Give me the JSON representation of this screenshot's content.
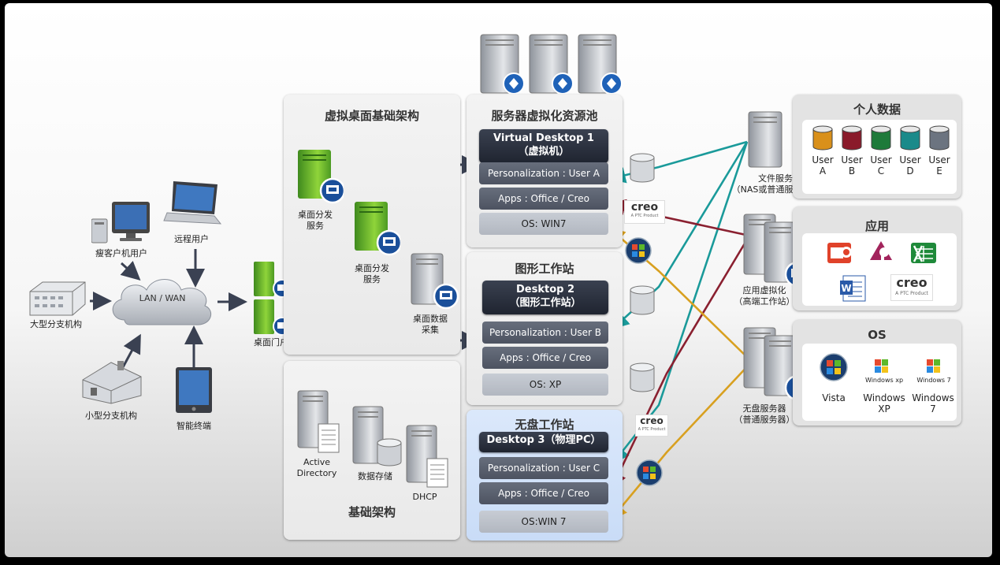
{
  "infra": {
    "vdi_title": "虚拟桌面基础架构",
    "delivery1": "桌面分发\n服务",
    "delivery2": "桌面分发\n服务",
    "data_collect": "桌面数据\n采集",
    "portal": "桌面门户",
    "base_title": "基础架构",
    "ad": "Active\nDirectory",
    "storage": "数据存储",
    "dhcp": "DHCP"
  },
  "network": {
    "lan_wan": "LAN / WAN",
    "thin_client": "瘦客户机用户",
    "remote_user": "远程用户",
    "large_branch": "大型分支机构",
    "small_branch": "小型分支机构",
    "smart_terminal": "智能终端"
  },
  "pool": {
    "title": "服务器虚拟化资源池",
    "vd1_title": "Virtual Desktop 1\n（虚拟机）",
    "vd1_person": "Personalization : User A",
    "vd1_apps": "Apps : Office / Creo",
    "vd1_os": "OS: WIN7"
  },
  "graphics": {
    "title": "图形工作站",
    "d2_title": "Desktop  2\n（图形工作站）",
    "d2_person": "Personalization : User B",
    "d2_apps": "Apps : Office / Creo",
    "d2_os": "OS: XP"
  },
  "diskless": {
    "title": "无盘工作站",
    "d3_title": "Desktop  3（物理PC）",
    "d3_person": "Personalization : User C",
    "d3_apps": "Apps : Office / Creo",
    "d3_os": "OS:WIN 7"
  },
  "servers": {
    "file_service": "文件服务\n（NAS或普通服务器）",
    "app_virt": "应用虚拟化\n（高端工作站）",
    "diskless_server": "无盘服务器\n（普通服务器）"
  },
  "creo": {
    "logo": "creo",
    "sub": "A PTC Product"
  },
  "personal": {
    "title": "个人数据",
    "users": [
      {
        "label": "User\nA",
        "color": "#d9901a"
      },
      {
        "label": "User\nB",
        "color": "#8a1a2a"
      },
      {
        "label": "User\nC",
        "color": "#1e7a3a"
      },
      {
        "label": "User\nD",
        "color": "#1a8a8a"
      },
      {
        "label": "User\nE",
        "color": "#6c7480"
      }
    ]
  },
  "apps": {
    "title": "应用"
  },
  "os": {
    "title": "OS",
    "vista": "Vista",
    "xp": "Windows\nXP",
    "win7": "Windows\n7",
    "xp_logo": "Windows xp",
    "win7_logo": "Windows 7"
  },
  "colors": {
    "teal": "#1a9a9a",
    "red": "#8a2030",
    "orange": "#d8a020",
    "navy": "#3a4152"
  }
}
